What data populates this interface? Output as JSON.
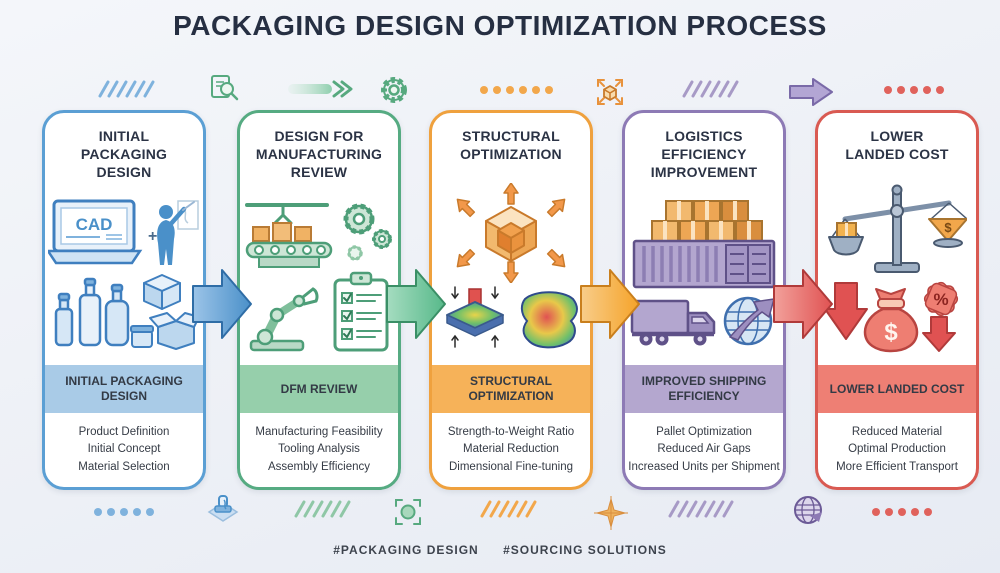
{
  "title": "PACKAGING DESIGN OPTIMIZATION PROCESS",
  "cards": [
    {
      "title": "INITIAL\nPACKAGING\nDESIGN",
      "banner": "INITIAL PACKAGING DESIGN",
      "items": [
        "Product Definition",
        "Initial Concept",
        "Material Selection"
      ],
      "cad_label": "CAD",
      "plus_label": "+",
      "accent": "#5b9fd4",
      "banner_bg": "#a9cbe7",
      "icons": [
        "cad-laptop-icon",
        "designer-person-icon",
        "bottles-icon",
        "closed-box-icon",
        "jar-icon",
        "open-box-icon"
      ]
    },
    {
      "title": "DESIGN FOR\nMANUFACTURING\nREVIEW",
      "banner": "DFM REVIEW",
      "items": [
        "Manufacturing Feasibility",
        "Tooling Analysis",
        "Assembly Efficiency"
      ],
      "accent": "#56ab82",
      "banner_bg": "#96cfab",
      "icons": [
        "conveyor-belt-icon",
        "gears-icon",
        "robot-arm-icon",
        "checklist-clipboard-icon"
      ]
    },
    {
      "title": "STRUCTURAL\nOPTIMIZATION",
      "banner": "STRUCTURAL OPTIMIZATION",
      "items": [
        "Strength-to-Weight Ratio",
        "Material Reduction",
        "Dimensional Fine-tuning"
      ],
      "accent": "#efa13e",
      "banner_bg": "#f6b259",
      "icons": [
        "expanding-cube-icon",
        "fea-plate-icon",
        "fea-stress-map-icon"
      ]
    },
    {
      "title": "LOGISTICS\nEFFICIENCY\nIMPROVEMENT",
      "banner": "IMPROVED SHIPPING EFFICIENCY",
      "items": [
        "Pallet Optimization",
        "Reduced Air Gaps",
        "Increased Units per Shipment"
      ],
      "accent": "#8d7ab5",
      "banner_bg": "#b4a7cf",
      "icons": [
        "container-boxes-icon",
        "truck-icon",
        "globe-arrow-icon"
      ]
    },
    {
      "title": "LOWER\nLANDED COST",
      "banner": "LOWER LANDED COST",
      "items": [
        "Reduced Material",
        "Optimal Production",
        "More Efficient Transport"
      ],
      "dollar_label": "$",
      "percent_label": "%",
      "accent": "#d95a52",
      "banner_bg": "#ee7f74",
      "icons": [
        "balance-scale-icon",
        "down-arrow-icon",
        "money-bag-icon",
        "percent-badge-icon"
      ]
    }
  ],
  "process_arrows": [
    {
      "color": "#4a90c9"
    },
    {
      "color": "#57b98a"
    },
    {
      "color": "#f5a329"
    },
    {
      "color": "#e05252"
    }
  ],
  "decor_top": [
    "blue-slashes",
    "document-search-icon",
    "fade-arrow-icon",
    "gear-icon",
    "orange-dots",
    "cube-expand-icon",
    "purple-slashes",
    "purple-arrow-icon",
    "red-dots"
  ],
  "decor_bottom": [
    "blue-dots",
    "stamp-icon",
    "green-slashes",
    "focus-target-icon",
    "orange-slashes",
    "compass-sparkle-icon",
    "purple-slashes",
    "globe-icon",
    "red-dots"
  ],
  "footer": {
    "hashtags": [
      "#PACKAGING DESIGN",
      "#SOURCING SOLUTIONS"
    ]
  }
}
